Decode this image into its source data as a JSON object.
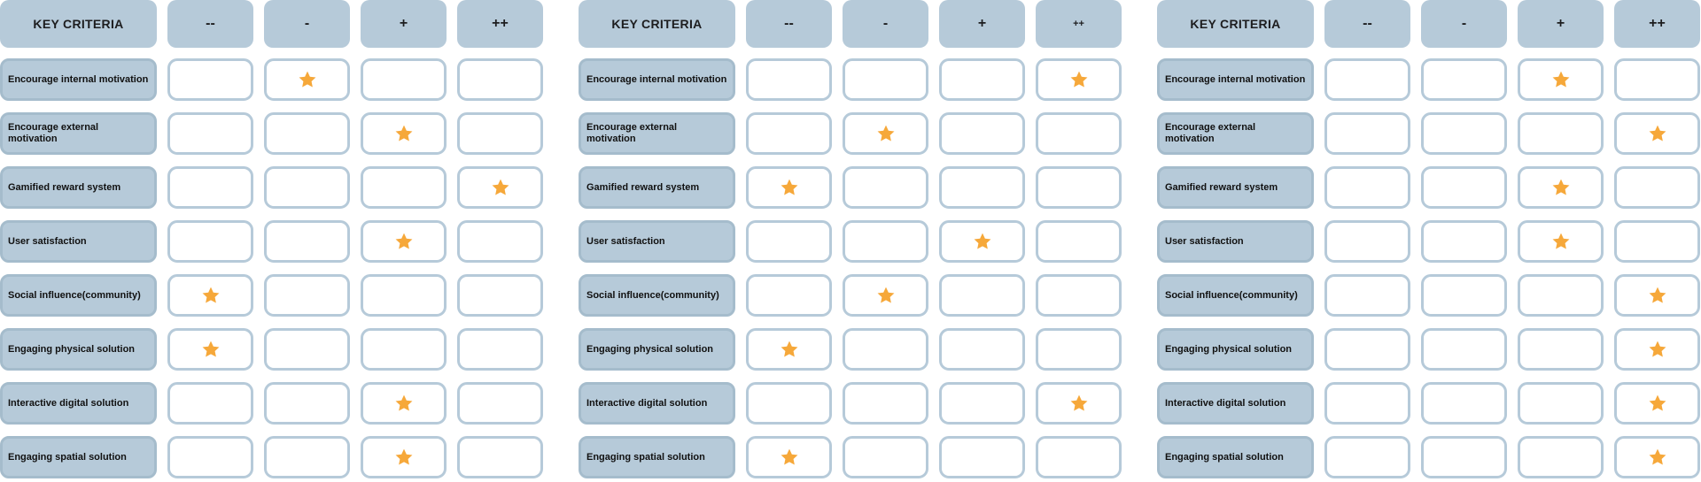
{
  "star_color": "#f6a83a",
  "box_fill": "#b6cad9",
  "panels": [
    {
      "header": {
        "label": "KEY CRITERIA",
        "columns": [
          "--",
          "-",
          "+",
          "++"
        ]
      },
      "rows": [
        {
          "label": "Encourage internal motivation",
          "rating": "-"
        },
        {
          "label": "Encourage external motivation",
          "rating": "+"
        },
        {
          "label": "Gamified reward system",
          "rating": "++"
        },
        {
          "label": "User satisfaction",
          "rating": "+"
        },
        {
          "label": "Social influence(community)",
          "rating": "--"
        },
        {
          "label": "Engaging physical solution",
          "rating": "--"
        },
        {
          "label": "Interactive digital solution",
          "rating": "+"
        },
        {
          "label": "Engaging spatial solution",
          "rating": "+"
        }
      ]
    },
    {
      "header": {
        "label": "KEY CRITERIA",
        "columns": [
          "--",
          "-",
          "+",
          "++"
        ]
      },
      "rows": [
        {
          "label": "Encourage internal motivation",
          "rating": "++"
        },
        {
          "label": "Encourage external motivation",
          "rating": "-"
        },
        {
          "label": "Gamified reward system",
          "rating": "--"
        },
        {
          "label": "User satisfaction",
          "rating": "+"
        },
        {
          "label": "Social influence(community)",
          "rating": "-"
        },
        {
          "label": "Engaging physical solution",
          "rating": "--"
        },
        {
          "label": "Interactive digital solution",
          "rating": "++"
        },
        {
          "label": "Engaging spatial solution",
          "rating": "--"
        }
      ]
    },
    {
      "header": {
        "label": "KEY CRITERIA",
        "columns": [
          "--",
          "-",
          "+",
          "++"
        ]
      },
      "rows": [
        {
          "label": "Encourage internal motivation",
          "rating": "+"
        },
        {
          "label": "Encourage external motivation",
          "rating": "++"
        },
        {
          "label": "Gamified reward system",
          "rating": "+"
        },
        {
          "label": "User satisfaction",
          "rating": "+"
        },
        {
          "label": "Social influence(community)",
          "rating": "++"
        },
        {
          "label": "Engaging physical solution",
          "rating": "++"
        },
        {
          "label": "Interactive digital solution",
          "rating": "++"
        },
        {
          "label": "Engaging spatial solution",
          "rating": "++"
        }
      ]
    }
  ]
}
